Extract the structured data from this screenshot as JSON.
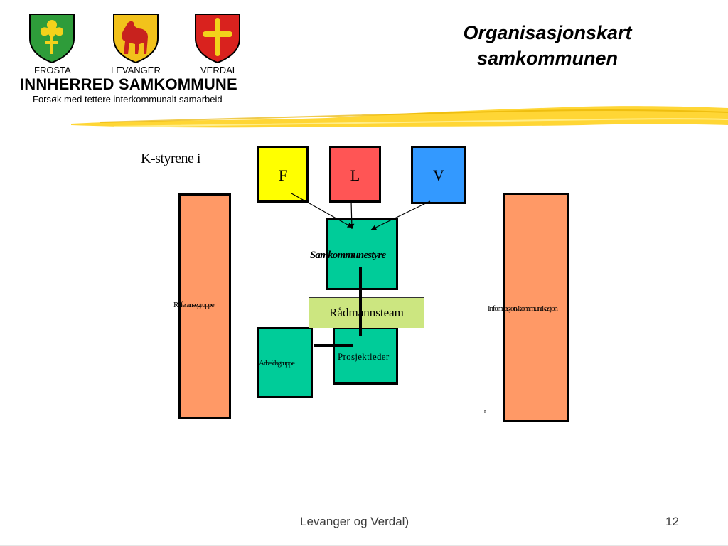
{
  "header": {
    "municipalities": [
      "FROSTA",
      "LEVANGER",
      "VERDAL"
    ],
    "org_name": "INNHERRED SAMKOMMUNE",
    "org_tagline": "Forsøk med tettere interkommunalt samarbeid",
    "title_line1": "Organisasjonskart",
    "title_line2": "samkommunen"
  },
  "diagram": {
    "kstyrene_label": "K-styrene i",
    "boxes": {
      "frosta": "F",
      "levanger": "L",
      "verdal": "V",
      "samkommunestyre": "Samkommunestyre",
      "radmannsteam": "Rådmannsteam",
      "prosjektleder": "Prosjektleder",
      "arbeidsgruppe": "Arbeidsgruppe",
      "referansegruppe": "Referansegruppe",
      "informasjon": "Informasjon/kommunikasjon"
    },
    "stray_mark": "r",
    "colors": {
      "frosta": "#ffff00",
      "levanger": "#ff5555",
      "verdal": "#3399ff",
      "green": "#00cc99",
      "side": "#ff9966",
      "radmann": "#cce680"
    }
  },
  "footer": {
    "text": "Levanger og Verdal)",
    "page": "12"
  }
}
